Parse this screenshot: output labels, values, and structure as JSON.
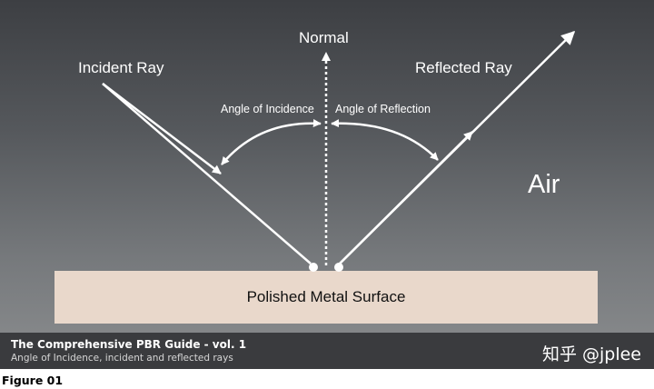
{
  "diagram": {
    "labels": {
      "normal": "Normal",
      "incident_ray": "Incident Ray",
      "reflected_ray": "Reflected Ray",
      "angle_of_incidence": "Angle of Incidence",
      "angle_of_reflection": "Angle of Reflection",
      "medium": "Air",
      "surface": "Polished Metal Surface"
    },
    "colors": {
      "rays": "#ffffff",
      "surface_fill": "#e9d8cb",
      "background_top": "#3d3f43",
      "background_bottom": "#8b8d8f",
      "footer": "#3a3b3e"
    }
  },
  "footer": {
    "title": "The Comprehensive PBR Guide - vol. 1",
    "subtitle": "Angle of Incidence, incident and reflected rays",
    "watermark": "知乎 @jplee"
  },
  "caption": "Figure 01"
}
